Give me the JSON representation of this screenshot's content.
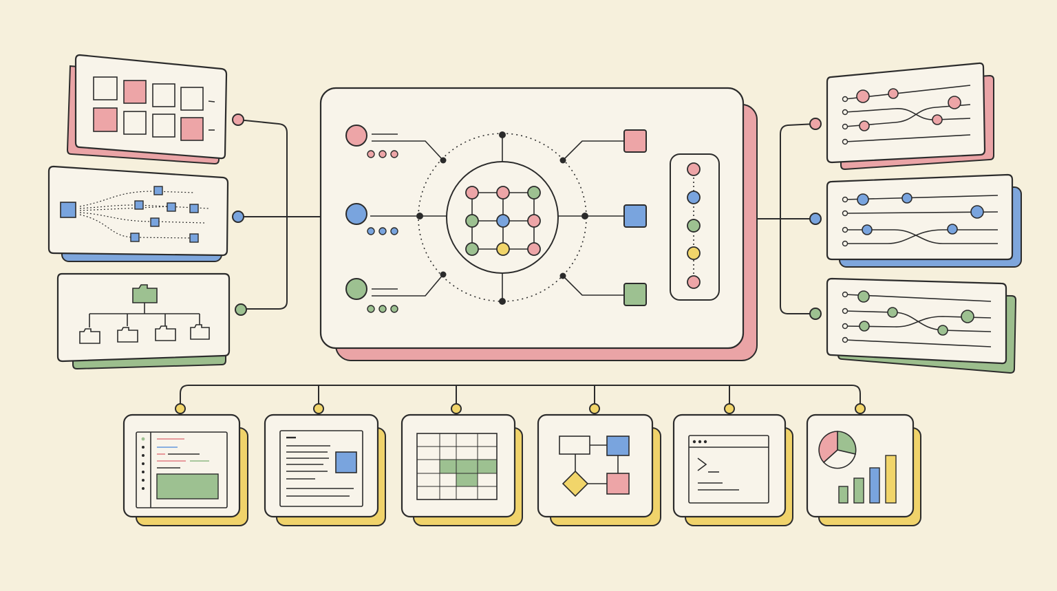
{
  "palette": {
    "background": "#f6f0dc",
    "card": "#f8f4ea",
    "ink": "#2b2b2b",
    "pink": "#eda5a7",
    "blue": "#79a4de",
    "green": "#9dc191",
    "yellow": "#f1d56a",
    "pink_shadow": "#eaa4a6",
    "blue_shadow": "#7ea6dc",
    "green_shadow": "#9cbe8d",
    "yellow_shadow": "#f0d36b"
  },
  "diagram": {
    "hub": {
      "name": "central-hub",
      "icons": [
        "input-node-icon",
        "neural-network-icon",
        "output-node-icon",
        "vertical-pipeline-icon"
      ]
    },
    "left_panels": [
      {
        "name": "grid-board-panel",
        "shadow": "pink",
        "connector": "pink"
      },
      {
        "name": "branching-flow-panel",
        "shadow": "blue",
        "connector": "blue"
      },
      {
        "name": "folder-tree-panel",
        "shadow": "green",
        "connector": "green"
      }
    ],
    "right_panels": [
      {
        "name": "track-lines-panel-1",
        "shadow": "pink",
        "connector": "pink"
      },
      {
        "name": "track-lines-panel-2",
        "shadow": "blue",
        "connector": "blue"
      },
      {
        "name": "track-lines-panel-3",
        "shadow": "green",
        "connector": "green"
      }
    ],
    "bottom_tools": [
      {
        "name": "code-editor-card",
        "icon": "code-editor-icon"
      },
      {
        "name": "document-card",
        "icon": "document-icon"
      },
      {
        "name": "spreadsheet-card",
        "icon": "spreadsheet-icon"
      },
      {
        "name": "flowchart-card",
        "icon": "flowchart-icon"
      },
      {
        "name": "terminal-card",
        "icon": "terminal-icon"
      },
      {
        "name": "analytics-card",
        "icon": "analytics-chart-icon"
      }
    ]
  }
}
